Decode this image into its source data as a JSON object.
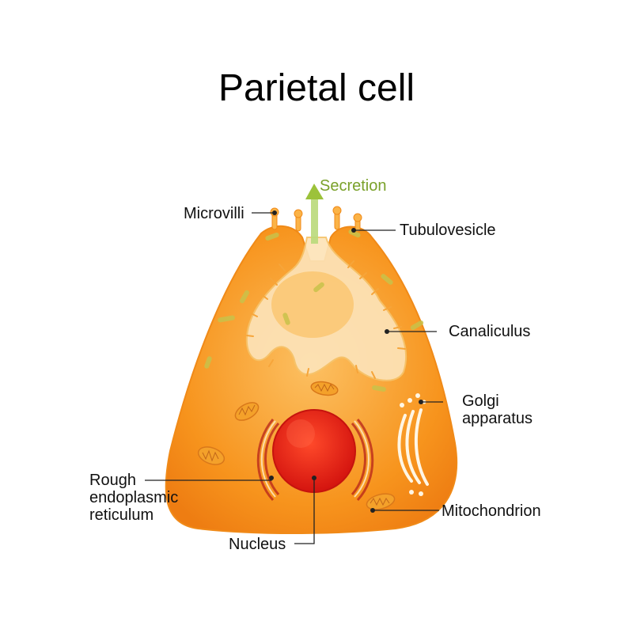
{
  "title": "Parietal cell",
  "labels": {
    "secretion": "Secretion",
    "microvilli": "Microvilli",
    "tubulovesicle": "Tubulovesicle",
    "canaliculus": "Canaliculus",
    "golgi_line1": "Golgi",
    "golgi_line2": "apparatus",
    "rer_line1": "Rough",
    "rer_line2": "endoplasmic",
    "rer_line3": "reticulum",
    "mitochondrion": "Mitochondrion",
    "nucleus": "Nucleus"
  },
  "colors": {
    "cytoplasm": "#f7941d",
    "cytoplasm_light": "#fbbf5a",
    "canaliculus": "#fde3b8",
    "nucleus": "#e8201c",
    "mitochondria": "#f4a12a",
    "tubulovesicle": "#c9c24a",
    "secretion_arrow": "#9cc23a"
  }
}
